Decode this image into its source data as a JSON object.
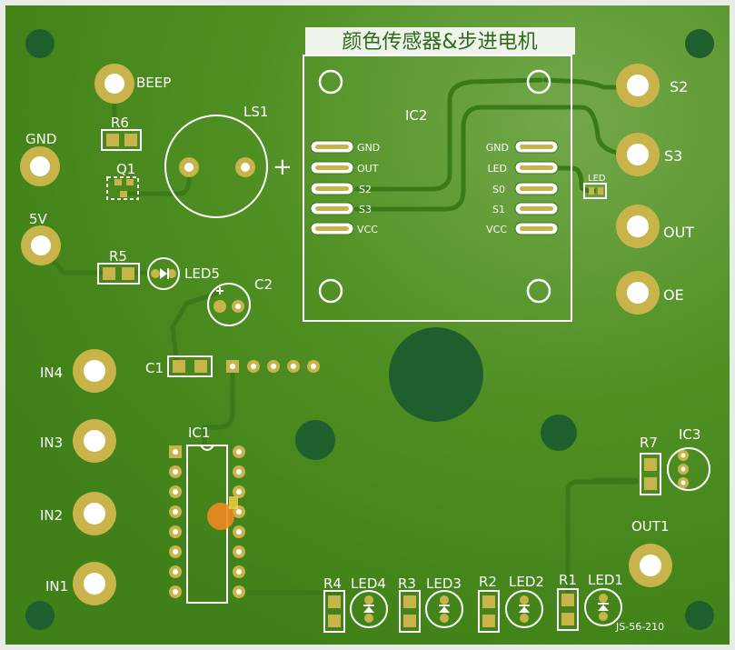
{
  "title": "颜色传感器&步进电机",
  "board_code": "JS-56-210",
  "colors": {
    "board": "#4f8f22",
    "trace": "#3a7a18",
    "pad": "#c8b44a",
    "silk": "#ffffff",
    "via": "#1f5f2e",
    "marker": "#f08a20"
  },
  "labels": {
    "beep": "BEEP",
    "r6": "R6",
    "ls1": "LS1",
    "plus": "+",
    "gnd": "GND",
    "q1": "Q1",
    "v5": "5V",
    "r5": "R5",
    "led5": "LED5",
    "c2": "C2",
    "c1": "C1",
    "ic2": "IC2",
    "ic1": "IC1",
    "in4": "IN4",
    "in3": "IN3",
    "in2": "IN2",
    "in1": "IN1",
    "s2": "S2",
    "s3": "S3",
    "out": "OUT",
    "oe": "OE",
    "led_small": "LED",
    "r7": "R7",
    "ic3": "IC3",
    "out1": "OUT1",
    "r4": "R4",
    "led4": "LED4",
    "r3": "R3",
    "led3": "LED3",
    "r2": "R2",
    "led2": "LED2",
    "r1": "R1",
    "led1": "LED1"
  },
  "ic2_pins_left": [
    "GND",
    "OUT",
    "S2",
    "S3",
    "VCC"
  ],
  "ic2_pins_right": [
    "GND",
    "LED",
    "S0",
    "S1",
    "VCC"
  ]
}
